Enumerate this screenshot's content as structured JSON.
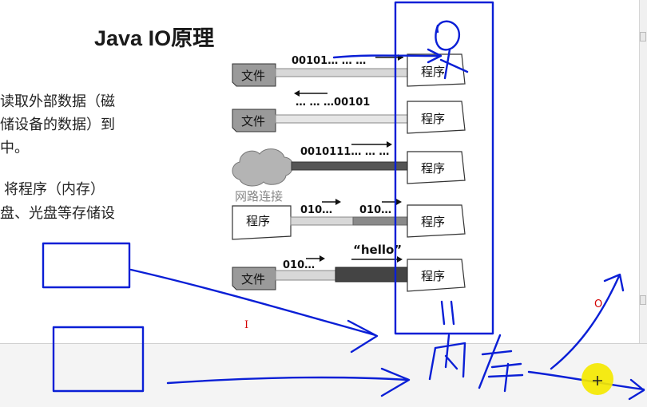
{
  "slide": {
    "title": "Java IO原理",
    "body_lines": [
      "读取外部数据（磁",
      "储设备的数据）到",
      "中。",
      "将程序（内存）",
      "盘、光盘等存储设"
    ]
  },
  "diagram": {
    "rows": [
      {
        "source": "文件",
        "arrow_text": "00101… … …",
        "target": "程序"
      },
      {
        "source": "文件",
        "arrow_text": "… … …00101",
        "target": "程序"
      },
      {
        "source_caption": "网路连接",
        "arrow_text": "0010111… … …",
        "target": "程序"
      },
      {
        "source": "程序",
        "arrow_text_left": "010…",
        "arrow_text_right": "010…",
        "target": "程序"
      },
      {
        "source": "文件",
        "arrow_text_left": "010…",
        "arrow_text_right": "“hello”",
        "target": "程序"
      }
    ]
  },
  "annotations": {
    "cursor_char": "I",
    "red_circle": "O",
    "colors": {
      "ink": "#0a1fd6",
      "highlight": "#f4e800",
      "red": "#d40000"
    }
  }
}
